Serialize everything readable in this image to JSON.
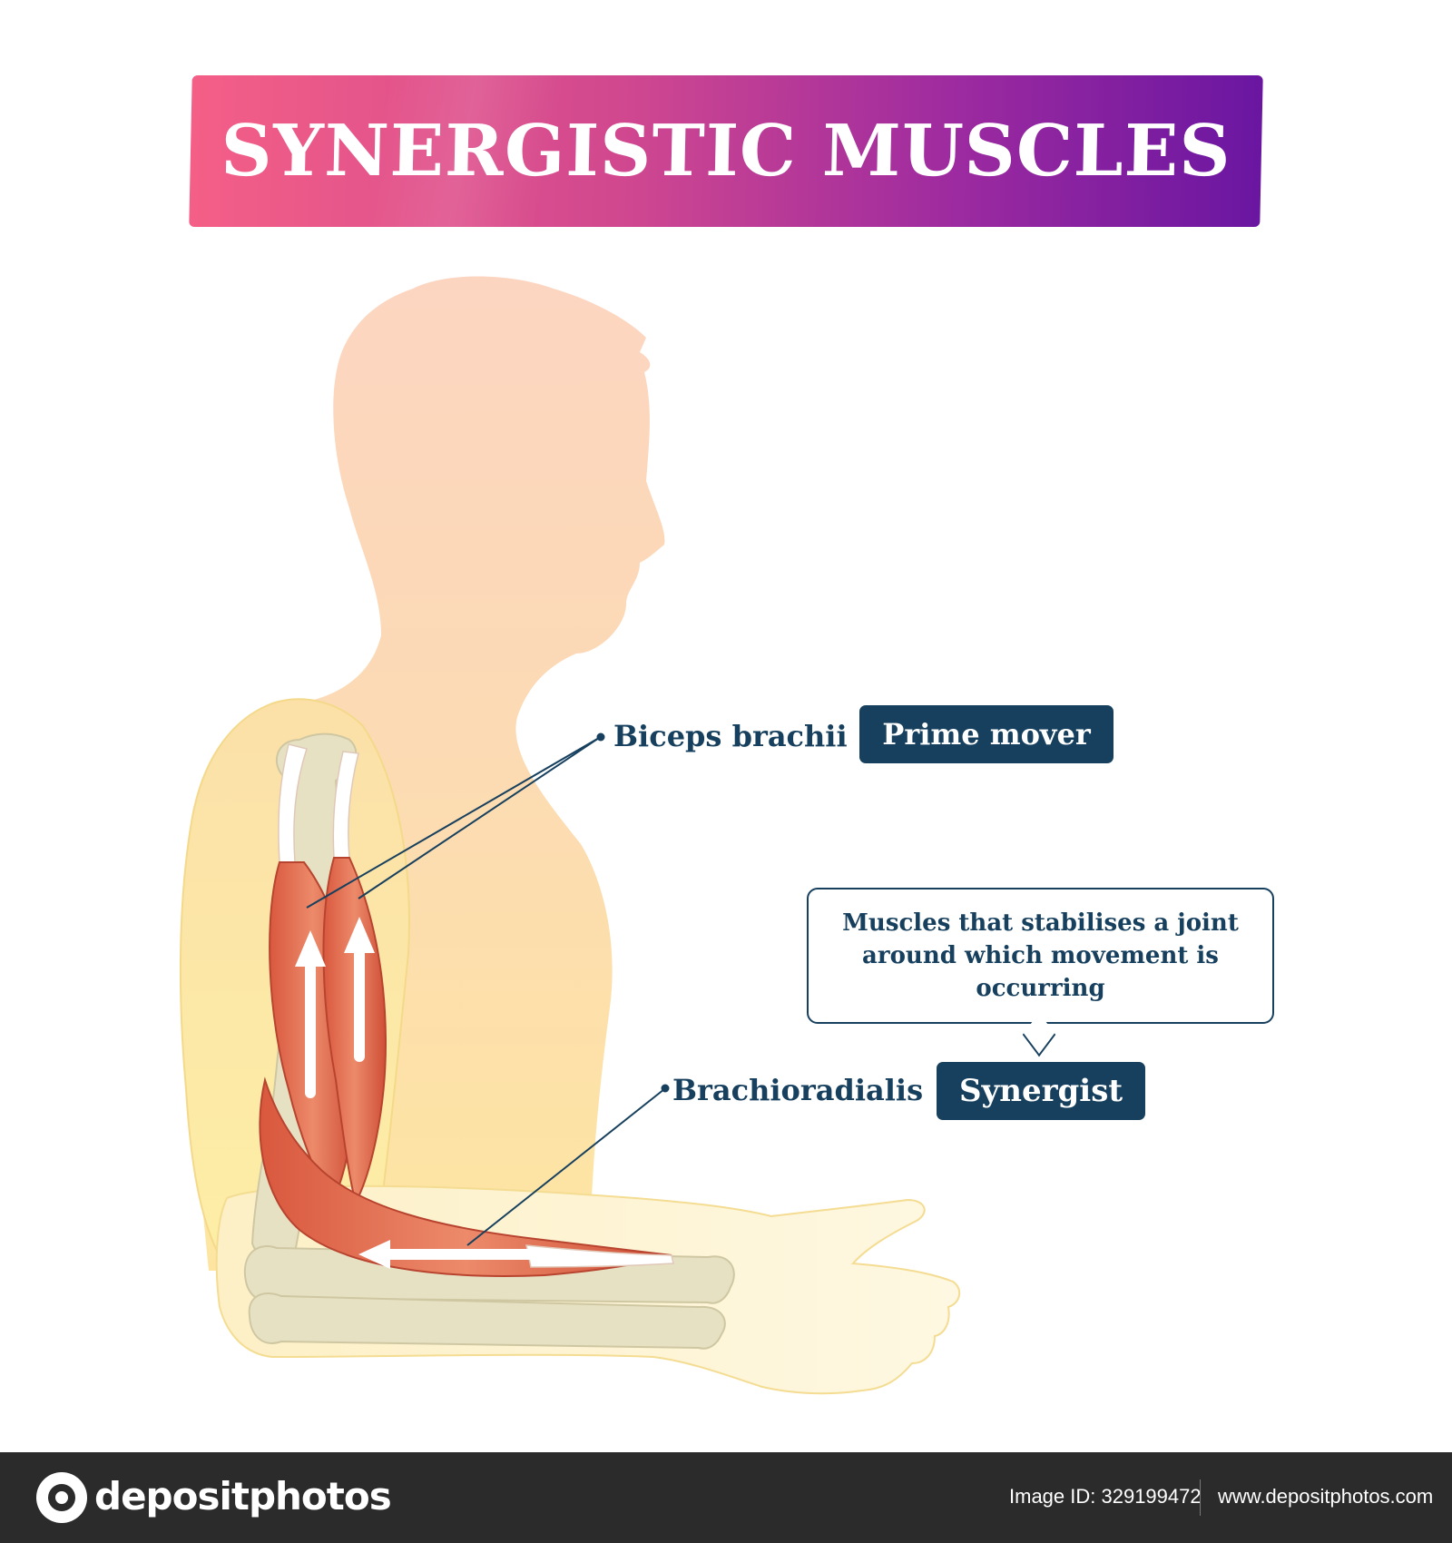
{
  "title": "SYNERGISTIC MUSCLES",
  "labels": {
    "biceps": "Biceps brachii",
    "prime_mover": "Prime mover",
    "brachioradialis": "Brachioradialis",
    "synergist": "Synergist",
    "definition": "Muscles that stabilises a joint around which movement is occurring"
  },
  "footer": {
    "brand": "depositphotos",
    "image_id": "Image ID: 329199472",
    "url": "www.depositphotos.com"
  },
  "colors": {
    "title_gradient_start": "#f45f87",
    "title_gradient_end": "#6a16a1",
    "badge": "#17405e",
    "muscle": "#e06a4f",
    "bone": "#e8e2c6",
    "skin": "#fbe3a8",
    "silhouette": "#fcd2b6"
  }
}
